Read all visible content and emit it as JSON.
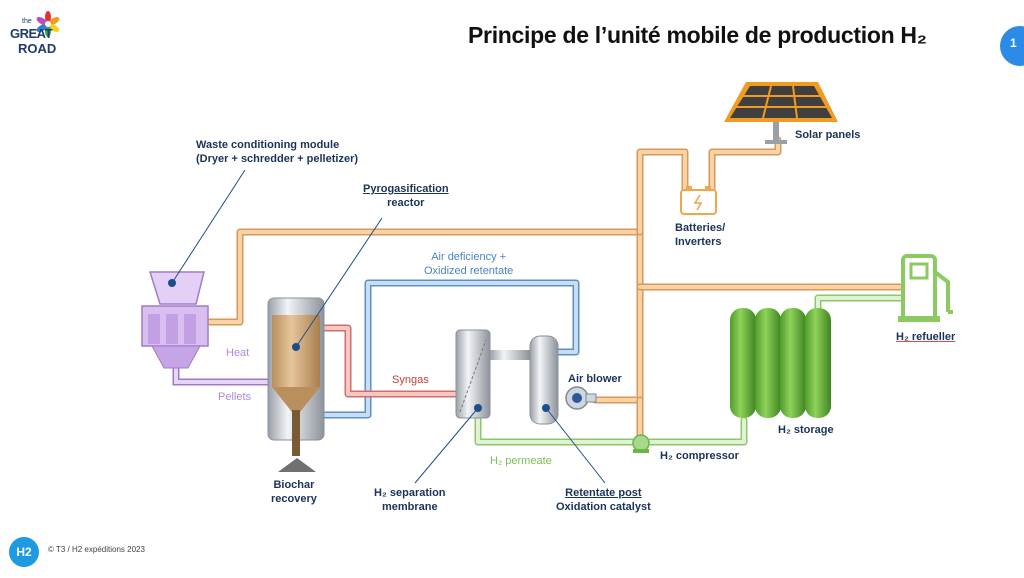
{
  "logo": {
    "small": "the",
    "line1": "GREAT",
    "line2": "ROAD"
  },
  "title": "Principe de l’unité mobile de production H₂",
  "page_number": "1",
  "footer": {
    "badge": "H2",
    "text": "© T3 / H2 expéditions 2023"
  },
  "labels": {
    "waste_module_1": "Waste conditioning module",
    "waste_module_2": "(Dryer + schredder + pelletizer)",
    "pyro_1": "Pyrogasification",
    "pyro_2": "reactor",
    "air_def_1": "Air deficiency +",
    "air_def_2": "Oxidized retentate",
    "solar": "Solar panels",
    "batteries_1": "Batteries/",
    "batteries_2": "Inverters",
    "refueller": "H₂ refueller",
    "storage": "H₂ storage",
    "compressor": "H₂ compressor",
    "air_blower": "Air blower",
    "syngas": "Syngas",
    "heat": "Heat",
    "pellets": "Pellets",
    "permeate": "H₂ permeate",
    "biochar_1": "Biochar",
    "biochar_2": "recovery",
    "membrane_1": "H₂ separation",
    "membrane_2": "membrane",
    "retentate_1": "Retentate post",
    "retentate_2": "Oxidation catalyst"
  },
  "colors": {
    "orange_pipe": "#f2b774",
    "blue_pipe": "#6d9fd3",
    "red_pipe": "#e08a86",
    "green_pipe": "#a9d98c",
    "purple": "#c7a4e6",
    "label": "#1b3358"
  }
}
